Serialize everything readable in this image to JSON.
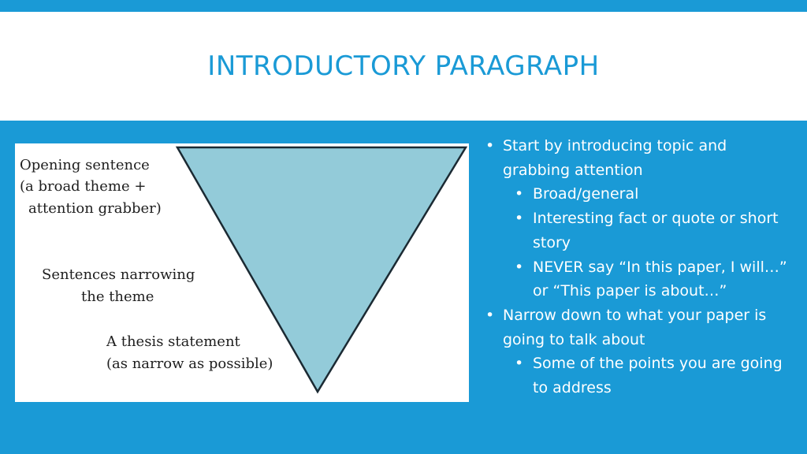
{
  "slide": {
    "title": "INTRODUCTORY PARAGRAPH",
    "colors": {
      "background": "#1a9ad6",
      "title_band": "#ffffff",
      "title_text": "#1a9ad6",
      "triangle_fill": "#93cbd9",
      "triangle_stroke": "#1b2a33"
    }
  },
  "figure": {
    "shape": "inverted-triangle",
    "labels": {
      "opening_line1": "Opening sentence",
      "opening_line2": "(a broad theme +",
      "opening_line3": "attention grabber)",
      "narrowing_line1": "Sentences narrowing",
      "narrowing_line2": "the theme",
      "thesis_line1": "A thesis statement",
      "thesis_line2": "(as narrow as possible)"
    }
  },
  "bullets": {
    "item1": {
      "text": "Start by introducing topic and grabbing attention",
      "sub": [
        "Broad/general",
        "Interesting fact or quote or short story",
        "NEVER say “In this paper, I will…” or “This paper is about…”"
      ]
    },
    "item2": {
      "text": "Narrow down to what your paper is going to talk about",
      "sub": [
        "Some of the points you are going to address"
      ]
    }
  }
}
